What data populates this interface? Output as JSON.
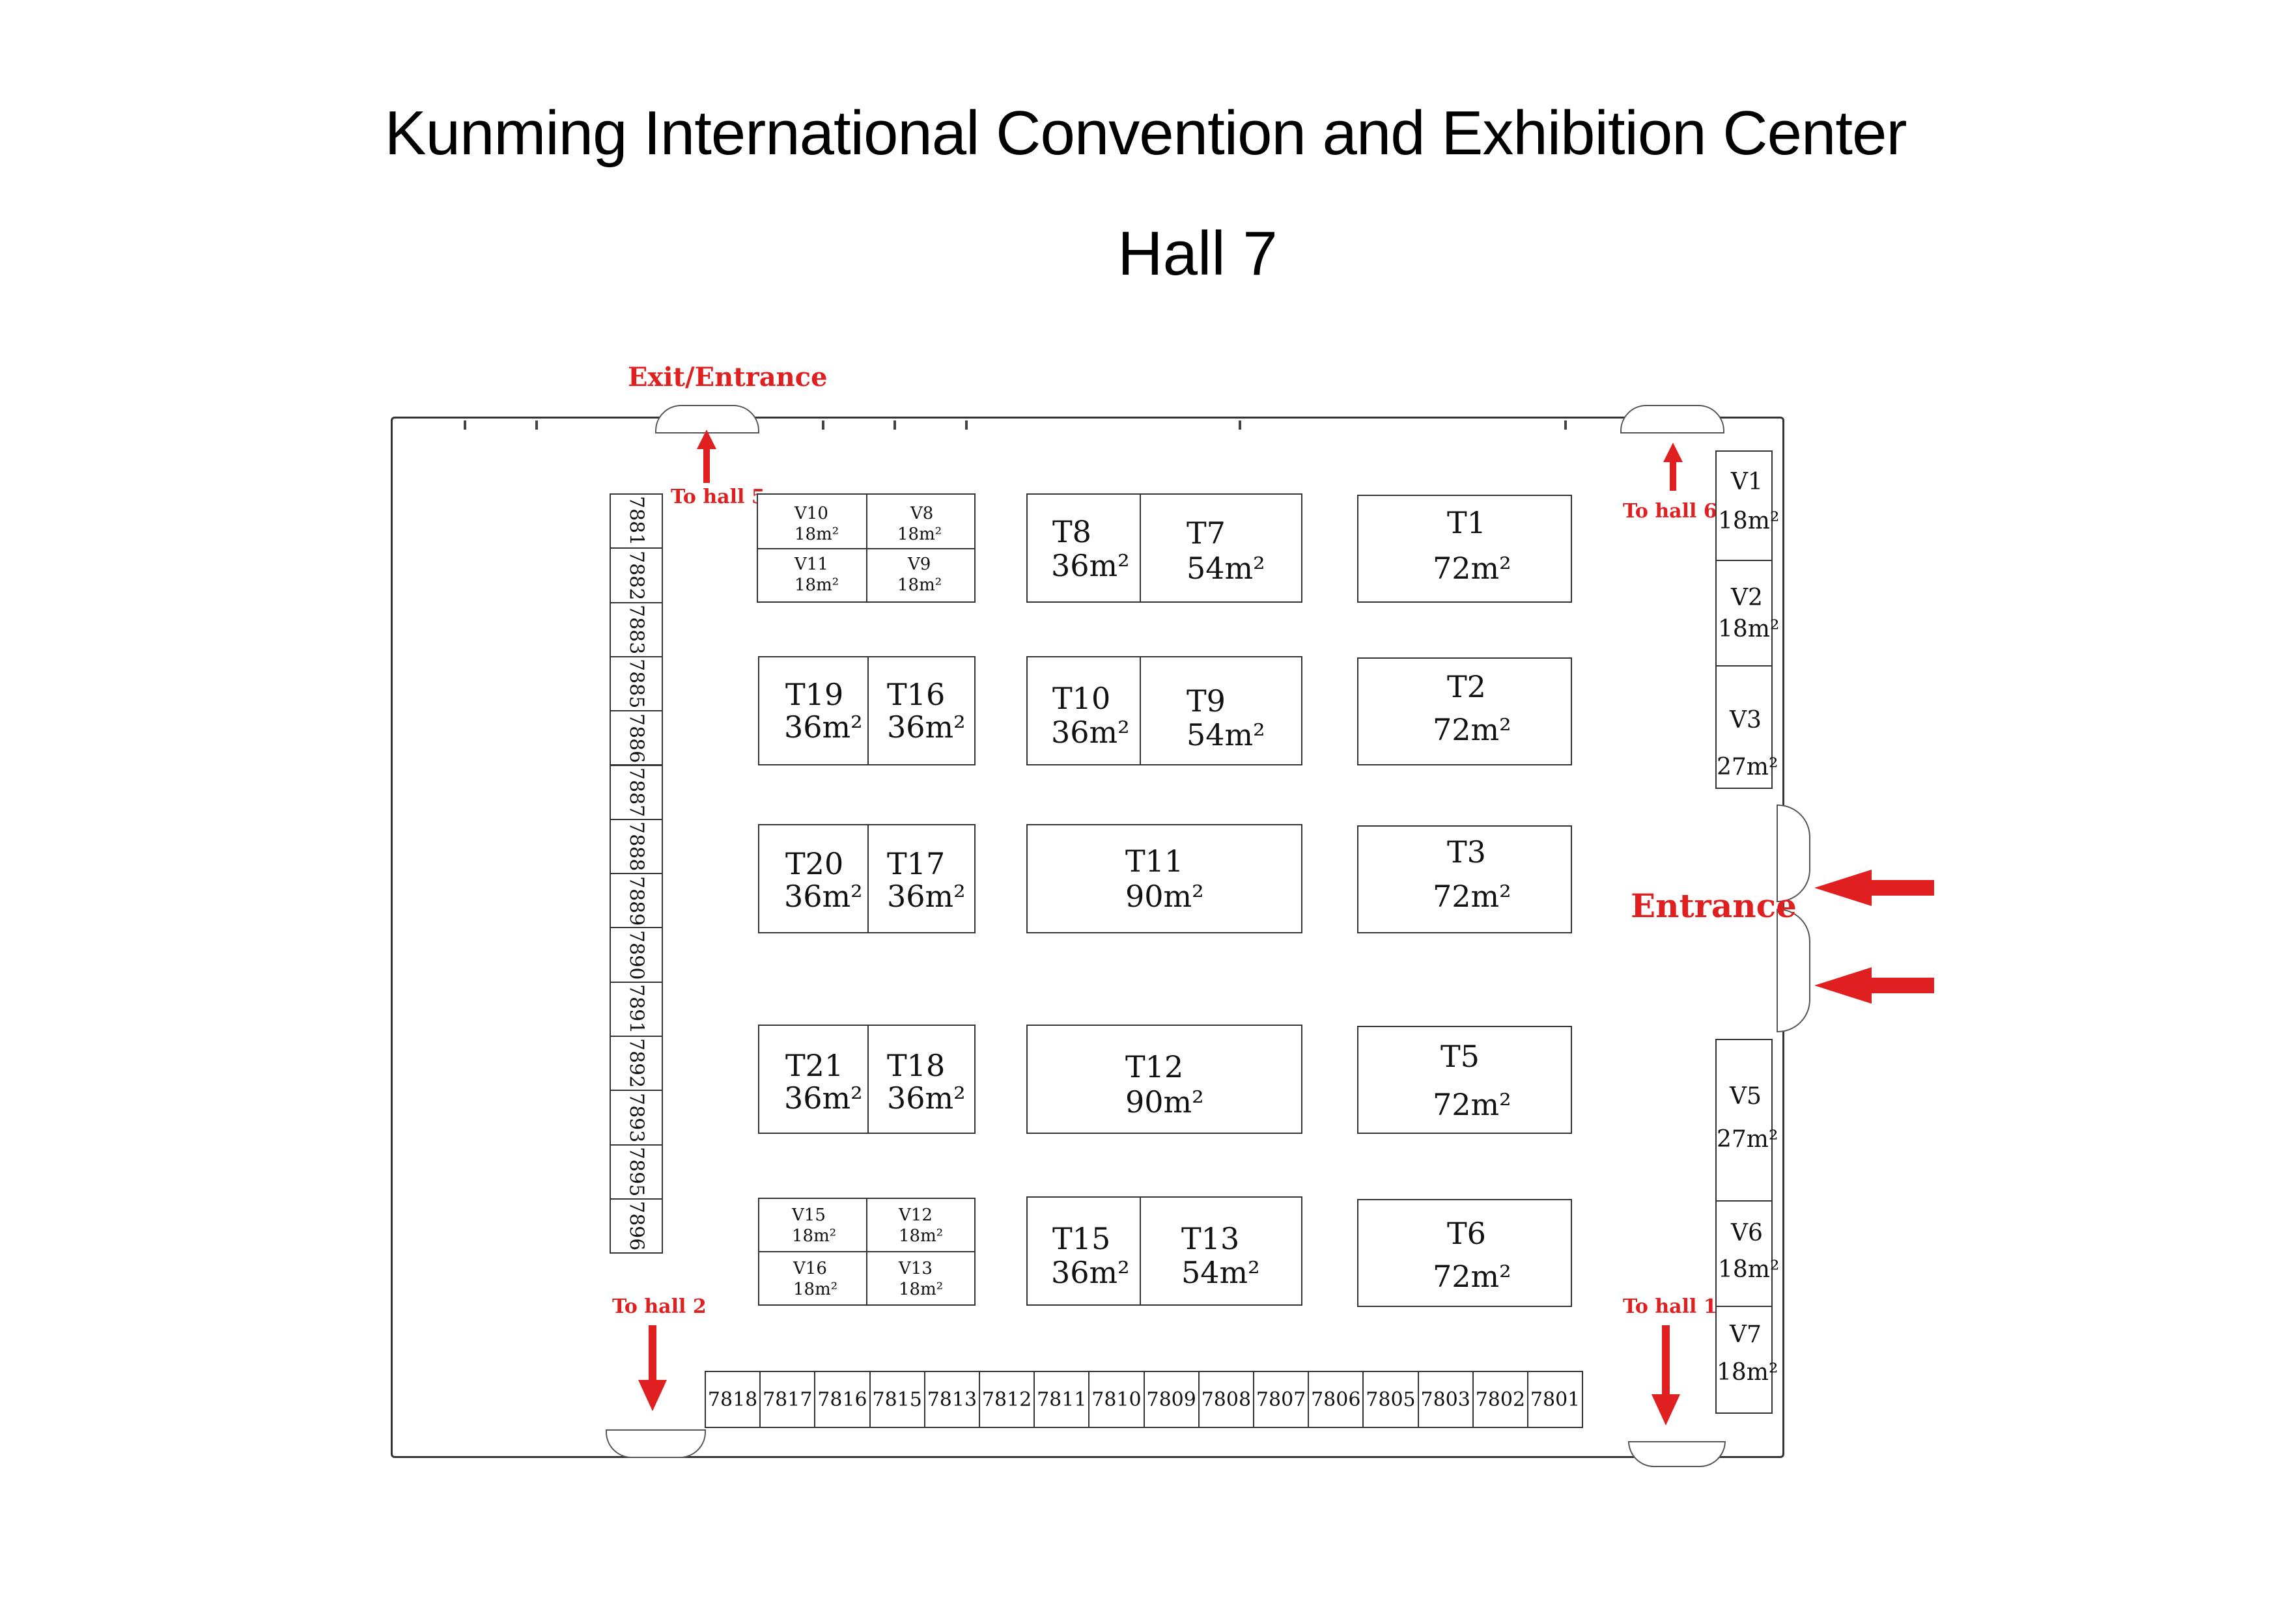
{
  "header": {
    "title": "Kunming International Convention and Exhibition Center",
    "hall": "Hall   7"
  },
  "labels": {
    "exit_entrance": "Exit/Entrance",
    "to_hall_5": "To hall  5",
    "to_hall_6": "To hall 6",
    "entrance": "Entrance",
    "to_hall_2": "To hall 2",
    "to_hall_1": "To hall 1"
  },
  "colors": {
    "accent": "#e02020",
    "line": "#333333"
  },
  "booths": {
    "T1": {
      "id": "T1",
      "size": "72m²"
    },
    "T2": {
      "id": "T2",
      "size": "72m²"
    },
    "T3": {
      "id": "T3",
      "size": "72m²"
    },
    "T5": {
      "id": "T5",
      "size": "72m²"
    },
    "T6": {
      "id": "T6",
      "size": "72m²"
    },
    "T7": {
      "id": "T7",
      "size": "54m²"
    },
    "T8": {
      "id": "T8",
      "size": "36m²"
    },
    "T9": {
      "id": "T9",
      "size": "54m²"
    },
    "T10": {
      "id": "T10",
      "size": "36m²"
    },
    "T11": {
      "id": "T11",
      "size": "90m²"
    },
    "T12": {
      "id": "T12",
      "size": "90m²"
    },
    "T13": {
      "id": "T13",
      "size": "54m²"
    },
    "T15": {
      "id": "T15",
      "size": "36m²"
    },
    "T16": {
      "id": "T16",
      "size": "36m²"
    },
    "T17": {
      "id": "T17",
      "size": "36m²"
    },
    "T18": {
      "id": "T18",
      "size": "36m²"
    },
    "T19": {
      "id": "T19",
      "size": "36m²"
    },
    "T20": {
      "id": "T20",
      "size": "36m²"
    },
    "T21": {
      "id": "T21",
      "size": "36m²"
    },
    "V1": {
      "id": "V1",
      "size": "18m²"
    },
    "V2": {
      "id": "V2",
      "size": "18m²"
    },
    "V3": {
      "id": "V3",
      "size": "27m²"
    },
    "V5": {
      "id": "V5",
      "size": "27m²"
    },
    "V6": {
      "id": "V6",
      "size": "18m²"
    },
    "V7": {
      "id": "V7",
      "size": "18m²"
    },
    "V8": {
      "id": "V8",
      "size": "18m²"
    },
    "V9": {
      "id": "V9",
      "size": "18m²"
    },
    "V10": {
      "id": "V10",
      "size": "18m²"
    },
    "V11": {
      "id": "V11",
      "size": "18m²"
    },
    "V12": {
      "id": "V12",
      "size": "18m²"
    },
    "V13": {
      "id": "V13",
      "size": "18m²"
    },
    "V15": {
      "id": "V15",
      "size": "18m²"
    },
    "V16": {
      "id": "V16",
      "size": "18m²"
    }
  },
  "left_column": [
    "7881",
    "7882",
    "7883",
    "7885",
    "7886",
    "7887",
    "7888",
    "7889",
    "7890",
    "7891",
    "7892",
    "7893",
    "7895",
    "7896"
  ],
  "bottom_row": [
    "7818",
    "7817",
    "7816",
    "7815",
    "7813",
    "7812",
    "7811",
    "7810",
    "7809",
    "7808",
    "7807",
    "7806",
    "7805",
    "7803",
    "7802",
    "7801"
  ]
}
